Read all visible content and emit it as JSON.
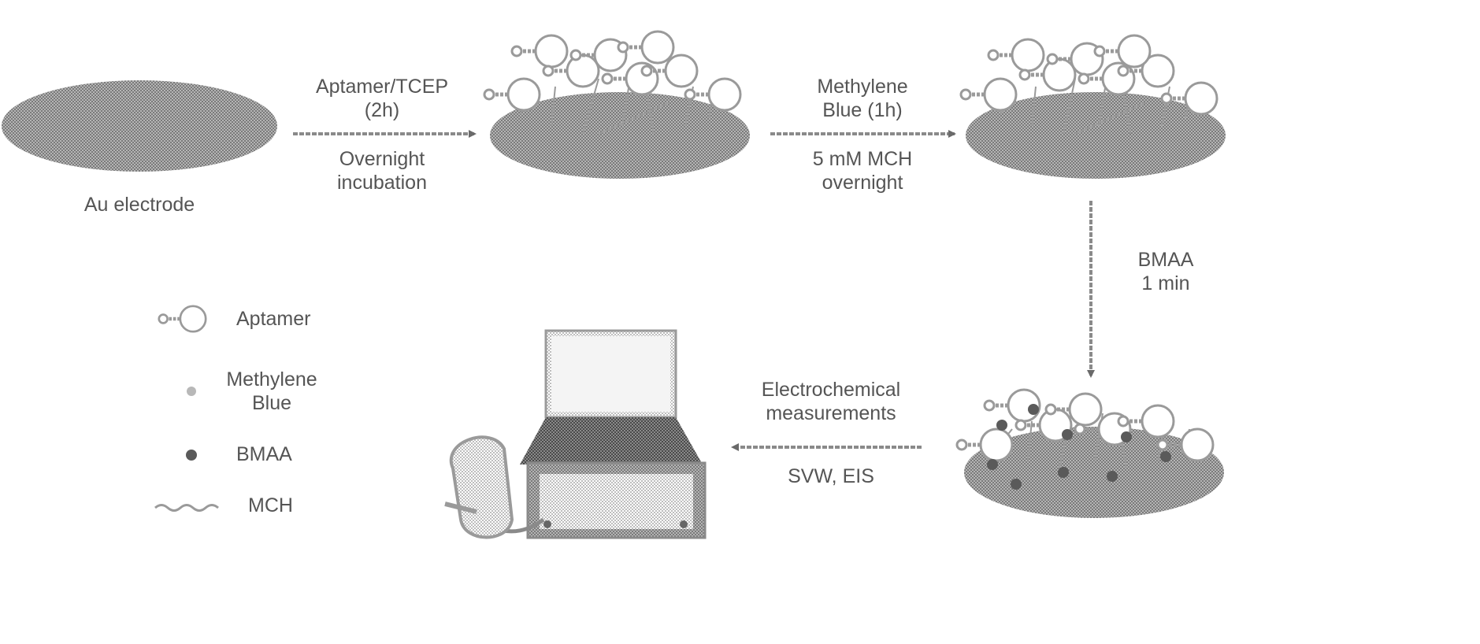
{
  "colors": {
    "electrode_fill": "#8f8f8f",
    "outline": "#9a9a9a",
    "arrow": "#6a6a6a",
    "text": "#555555",
    "bmaa": "#5a5a5a",
    "methylene_blue": "#b8b8b8"
  },
  "labels": {
    "au_electrode": "Au electrode",
    "step1_top": "Aptamer/TCEP\n(2h)",
    "step1_bottom": "Overnight\nincubation",
    "step2_top": "Methylene\nBlue (1h)",
    "step2_bottom": "5 mM MCH\novernight",
    "step3": "BMAA\n1 min",
    "step4_top": "Electrochemical\nmeasurements",
    "step4_bottom": "SVW, EIS"
  },
  "legend": {
    "aptamer": "Aptamer",
    "methylene_blue": "Methylene\nBlue",
    "bmaa": "BMAA",
    "mch": "MCH"
  }
}
